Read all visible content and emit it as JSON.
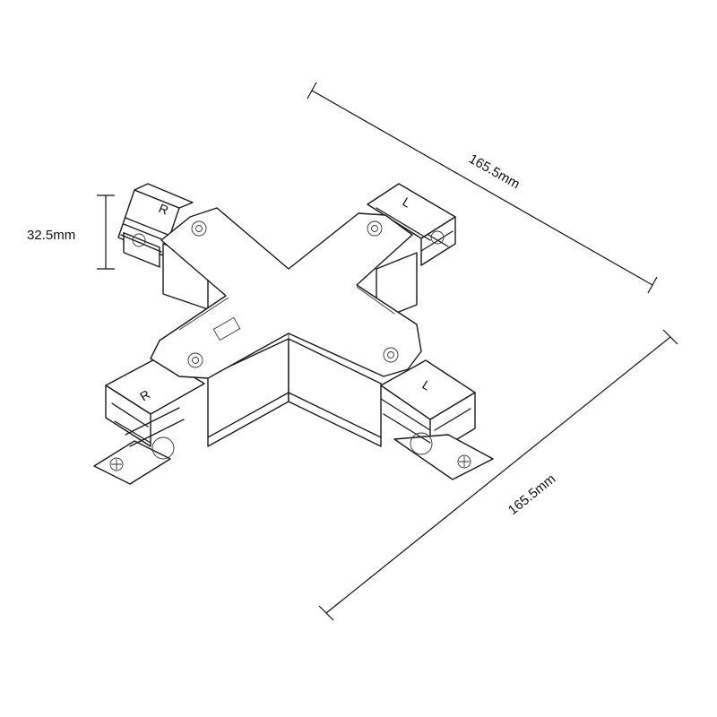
{
  "dimensions": {
    "length_top": "165.5mm",
    "length_right": "165.5mm",
    "height": "32.5mm"
  },
  "arm_labels": {
    "upper_left": "R",
    "upper_right": "L",
    "lower_left": "R",
    "lower_right": "L"
  },
  "colors": {
    "line": "#1a1a1a",
    "background": "#ffffff"
  }
}
